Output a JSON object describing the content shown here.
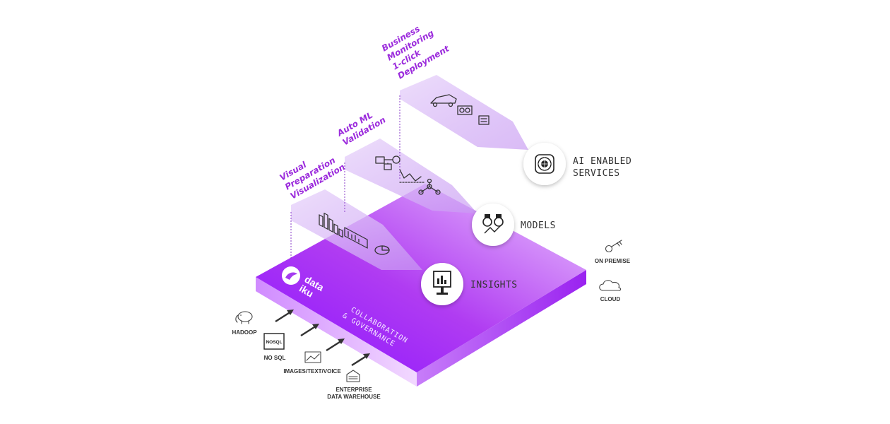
{
  "layers": {
    "insights": {
      "steps": [
        "Visual",
        "Preparation",
        "Visualization"
      ],
      "node_label": "INSIGHTS"
    },
    "models": {
      "steps": [
        "Auto ML",
        "Validation"
      ],
      "node_label": "MODELS"
    },
    "services": {
      "steps": [
        "Business",
        "Monitoring",
        "1-click",
        "Deployment"
      ],
      "node_label": [
        "AI ENABLED",
        "SERVICES"
      ]
    }
  },
  "platform": {
    "logo": [
      "data",
      "iku"
    ],
    "caption": [
      "COLLABORATION",
      "& GOVERNANCE"
    ]
  },
  "sources": [
    "HADOOP",
    "NO SQL",
    "IMAGES/TEXT/VOICE",
    [
      "ENTERPRISE",
      "DATA WAREHOUSE"
    ]
  ],
  "nosql_badge": "NOSQL",
  "deployment": [
    "ON PREMISE",
    "CLOUD"
  ],
  "colors": {
    "platform_top_start": "#8c1aff",
    "platform_top_end": "#e2b7ff",
    "platform_side": "#a640f2",
    "accent_text": "#9b2bdc",
    "beam": "#d9b8f7"
  }
}
